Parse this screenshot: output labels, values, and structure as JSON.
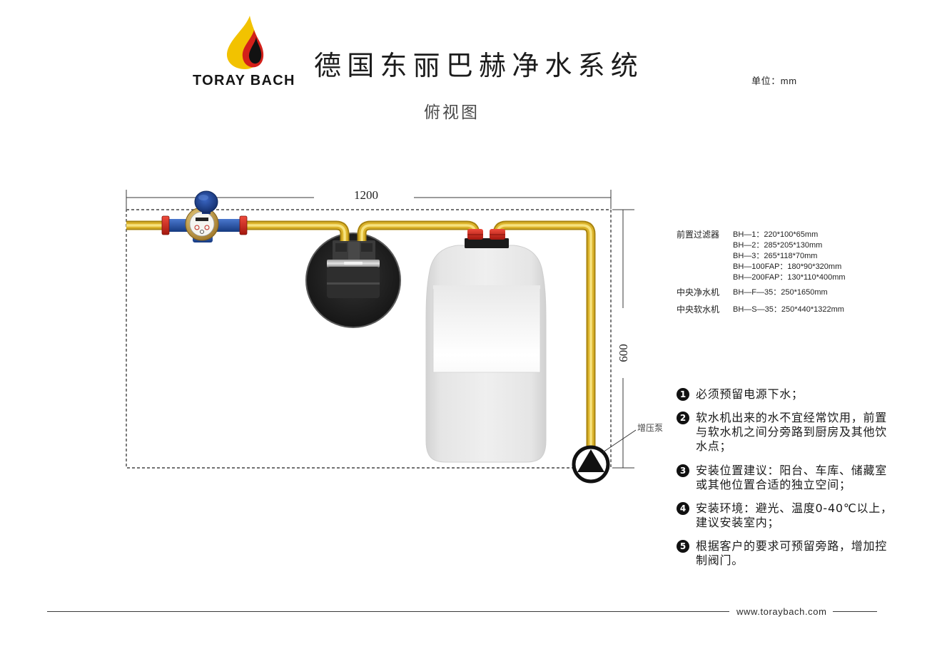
{
  "brand": {
    "name": "TORAY BACH",
    "logo_icon": "flame-drop-icon",
    "colors": {
      "yellow": "#f2c200",
      "red": "#d3201a",
      "black": "#121212"
    }
  },
  "header": {
    "title": "德国东丽巴赫净水系统",
    "unit": "单位：mm",
    "view": "俯视图"
  },
  "diagram": {
    "width_dimension": "1200",
    "height_dimension": "600",
    "pump_label": "增压泵",
    "pipe_color": "#dcb42c",
    "components": [
      "water-meter-icon",
      "pre-filter-icon",
      "water-softener-tank-icon",
      "booster-pump-icon"
    ]
  },
  "specs": [
    {
      "category": "前置过滤器",
      "models": [
        "BH—1：220*100*65mm",
        "BH—2：285*205*130mm",
        "BH—3：265*118*70mm",
        "BH—100FAP：180*90*320mm",
        "BH—200FAP：130*110*400mm"
      ]
    },
    {
      "category": "中央净水机",
      "models": [
        "BH—F—35：250*1650mm"
      ]
    },
    {
      "category": "中央软水机",
      "models": [
        "BH—S—35：250*440*1322mm"
      ]
    }
  ],
  "notes": [
    {
      "number": "1",
      "lines": [
        "必须预留电源下水；"
      ]
    },
    {
      "number": "2",
      "lines": [
        "软水机出来的水不宜经常饮用，前置",
        "与软水机之间分旁路到厨房及其他饮",
        "水点；"
      ]
    },
    {
      "number": "3",
      "lines": [
        "安装位置建议：阳台、车库、储藏室",
        "或其他位置合适的独立空间；"
      ]
    },
    {
      "number": "4",
      "lines": [
        "安装环境：避光、温度0-40℃以上，",
        "建议安装室内；"
      ]
    },
    {
      "number": "5",
      "lines": [
        "根据客户的要求可预留旁路，增加控",
        "制阀门。"
      ]
    }
  ],
  "footer": {
    "website": "www.toraybach.com"
  }
}
